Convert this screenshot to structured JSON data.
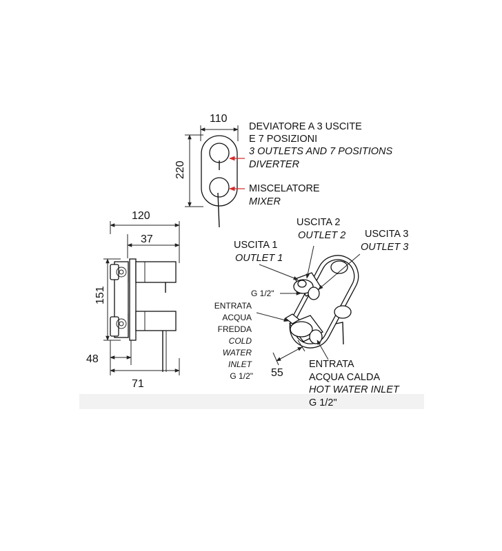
{
  "front_view": {
    "width_dim": "110",
    "height_dim": "220",
    "diverter_label": {
      "line1": "DEVIATORE A 3 USCITE",
      "line2": "E 7 POSIZIONI",
      "line3": "3 OUTLETS AND 7 POSITIONS",
      "line4": "DIVERTER"
    },
    "mixer_label": {
      "line1": "MISCELATORE",
      "line2": "MIXER"
    },
    "arrow_color": "#d62a2a"
  },
  "side_view": {
    "depth_dim": "120",
    "dim_37": "37",
    "dim_151": "151",
    "dim_48": "48",
    "dim_71": "71"
  },
  "iso_view": {
    "outlet1": {
      "it": "USCITA 1",
      "en": "OUTLET 1"
    },
    "outlet2": {
      "it": "USCITA 2",
      "en": "OUTLET 2"
    },
    "outlet3": {
      "it": "USCITA 3",
      "en": "OUTLET 3"
    },
    "thread": "G 1/2\"",
    "cold_inlet": [
      "ENTRATA",
      "ACQUA",
      "FREDDA",
      "COLD",
      "WATER",
      "INLET",
      "G 1/2\""
    ],
    "hot_inlet": [
      "ENTRATA",
      "ACQUA CALDA",
      "HOT WATER INLET",
      "G 1/2\""
    ],
    "dim_55": "55"
  }
}
